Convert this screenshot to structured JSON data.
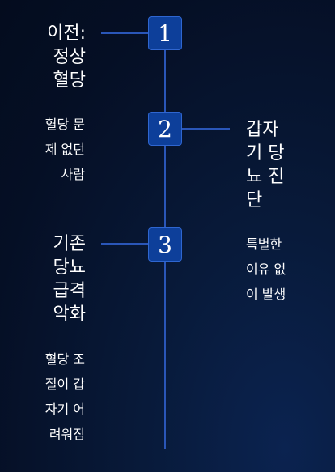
{
  "steps": [
    {
      "number": "1",
      "title": "이전:\n정상\n혈당",
      "description": "혈당 문\n제 없던\n사람"
    },
    {
      "number": "2",
      "title": "갑자\n기 당\n뇨 진\n단",
      "description": "특별한\n이유 없\n이 발생"
    },
    {
      "number": "3",
      "title": "기존\n당뇨\n급격\n악화",
      "description": "혈당 조\n절이 갑\n자기 어\n려워짐"
    }
  ],
  "colors": {
    "line": "#2a56b8",
    "box": "#0d3f9a",
    "background": "#050f25"
  }
}
